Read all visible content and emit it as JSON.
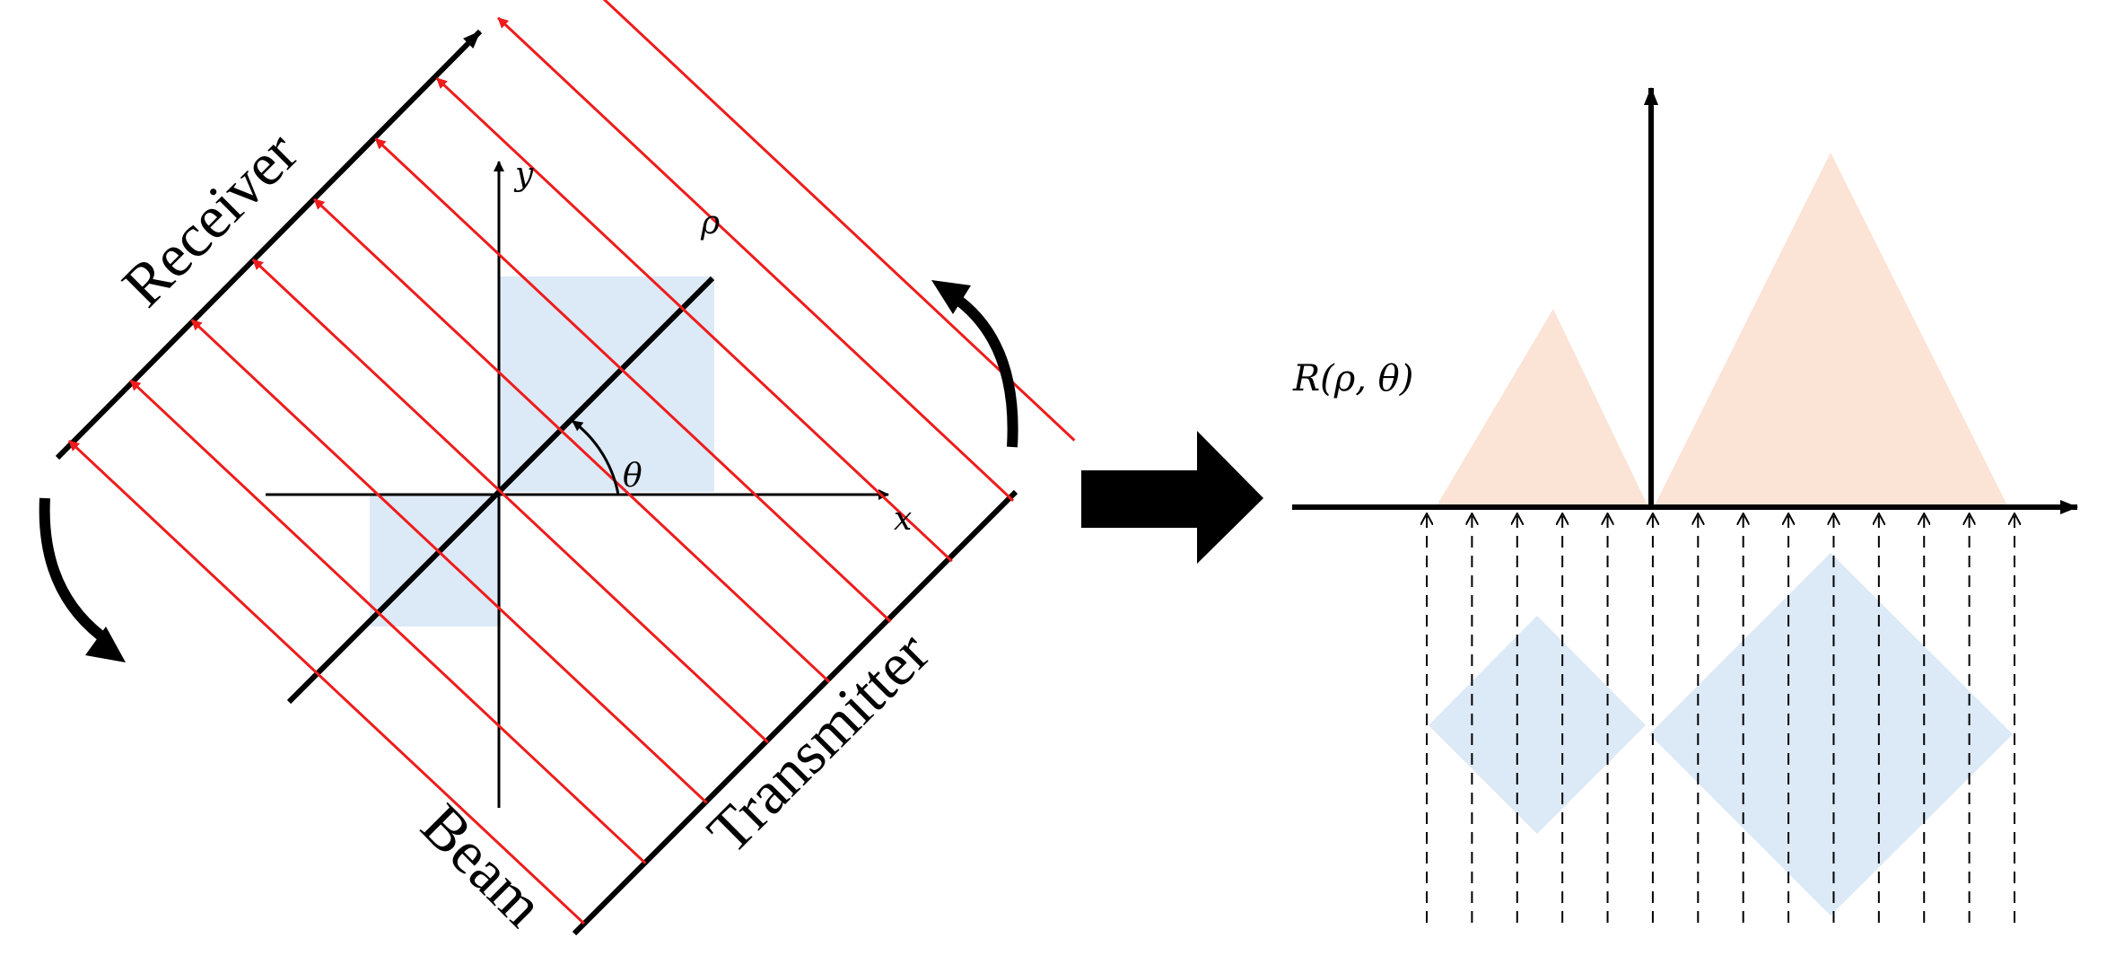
{
  "left_panel": {
    "receiver_label": "Receiver",
    "transmitter_label": "Transmitter",
    "beam_label": "Beam",
    "x_axis_label": "x",
    "y_axis_label": "y",
    "rho_axis_label": "ρ",
    "theta_label": "θ",
    "beam_count": 9
  },
  "right_panel": {
    "projection_label": "R(ρ, θ)",
    "ray_count": 14
  },
  "colors": {
    "beam": "#ee1c1c",
    "object": "#dce9f6",
    "projection": "#fbe4d6",
    "ink": "#000000"
  }
}
